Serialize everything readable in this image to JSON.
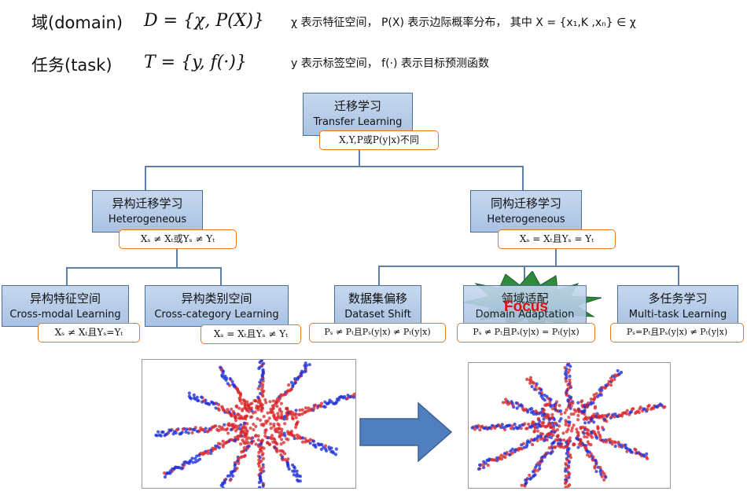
{
  "header": {
    "domain_label": "域(domain)",
    "domain_formula": "D = {χ, P(X)}",
    "domain_desc": "χ 表示特征空间， P(X) 表示边际概率分布， 其中 X = {x₁,K ,xₙ} ∈ χ",
    "task_label": "任务(task)",
    "task_formula": "T = {y, f(·)}",
    "task_desc": "y 表示标签空间， f(·) 表示目标预测函数"
  },
  "tree": {
    "root": {
      "zh": "迁移学习",
      "en": "Transfer Learning",
      "cond": "X,Y,P或P(y|x)不同"
    },
    "left": {
      "zh": "异构迁移学习",
      "en": "Heterogeneous",
      "cond": "Xₛ ≠ Xₜ或Yₛ ≠ Yₜ"
    },
    "right": {
      "zh": "同构迁移学习",
      "en": "Heterogeneous",
      "cond": "Xₛ = Xₜ且Yₛ = Yₜ"
    },
    "leaves": [
      {
        "zh": "异构特征空间",
        "en": "Cross-modal Learning",
        "cond": "Xₛ ≠ Xₜ且Yₛ=Yₜ"
      },
      {
        "zh": "异构类别空间",
        "en": "Cross-category Learning",
        "cond": "Xₛ = Xₜ且Yₛ ≠ Yₜ"
      },
      {
        "zh": "数据集偏移",
        "en": "Dataset Shift",
        "cond": "Pₛ ≠ Pₜ且Pₛ(y|x) ≠ Pₜ(y|x)"
      },
      {
        "zh": "领域适配",
        "en": "Domain Adaptation",
        "cond": "Pₛ ≠ Pₜ且Pₛ(y|x) = Pₜ(y|x)"
      },
      {
        "zh": "多任务学习",
        "en": "Multi-task Learning",
        "cond": "Pₛ=Pₜ且Pₛ(y|x) ≠ Pₜ(y|x)"
      }
    ],
    "focus_label": "Focus"
  },
  "colors": {
    "box_fill": "#b7cde8",
    "box_border": "#4a6f9c",
    "cond_border": "#e07a24",
    "connector": "#5d7fa8",
    "focus_star": "#2f8a3d",
    "focus_text": "#e01010",
    "arrow": "#4f7fbf",
    "scatter_red": "#d8262a",
    "scatter_blue": "#1e2fd6"
  }
}
